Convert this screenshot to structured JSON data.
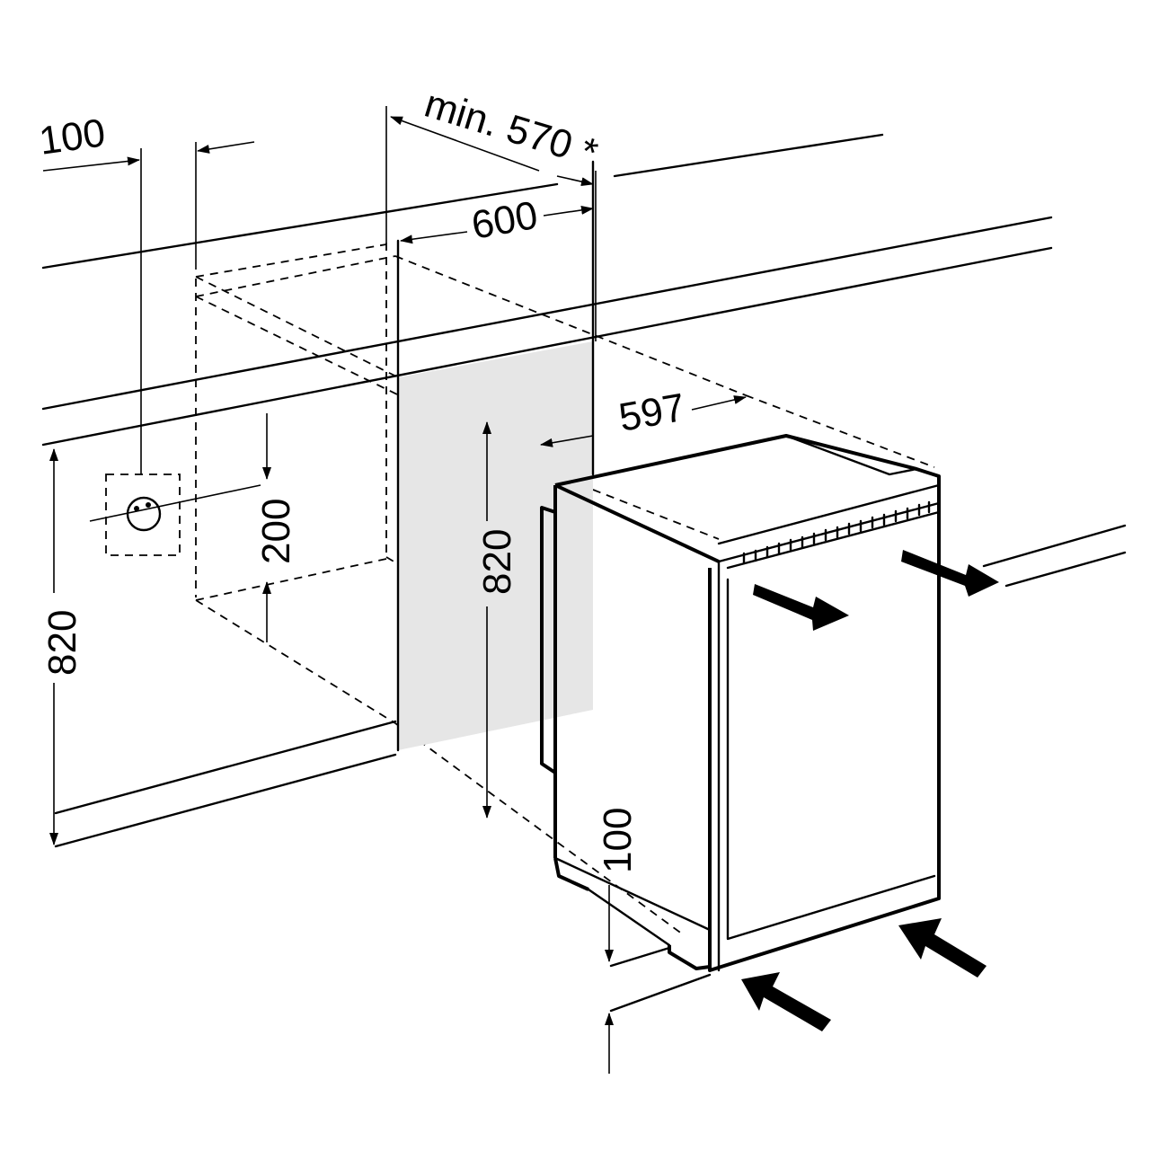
{
  "diagram": {
    "dimensions": {
      "wall_offset": "100",
      "depth_min": "min. 570 *",
      "niche_width": "600",
      "appliance_depth": "597",
      "socket_height": "200",
      "appliance_height": "820",
      "niche_height": "820",
      "plinth_height": "100"
    },
    "colors": {
      "line": "#000000",
      "shade": "#e6e6e6",
      "background": "#ffffff"
    }
  }
}
